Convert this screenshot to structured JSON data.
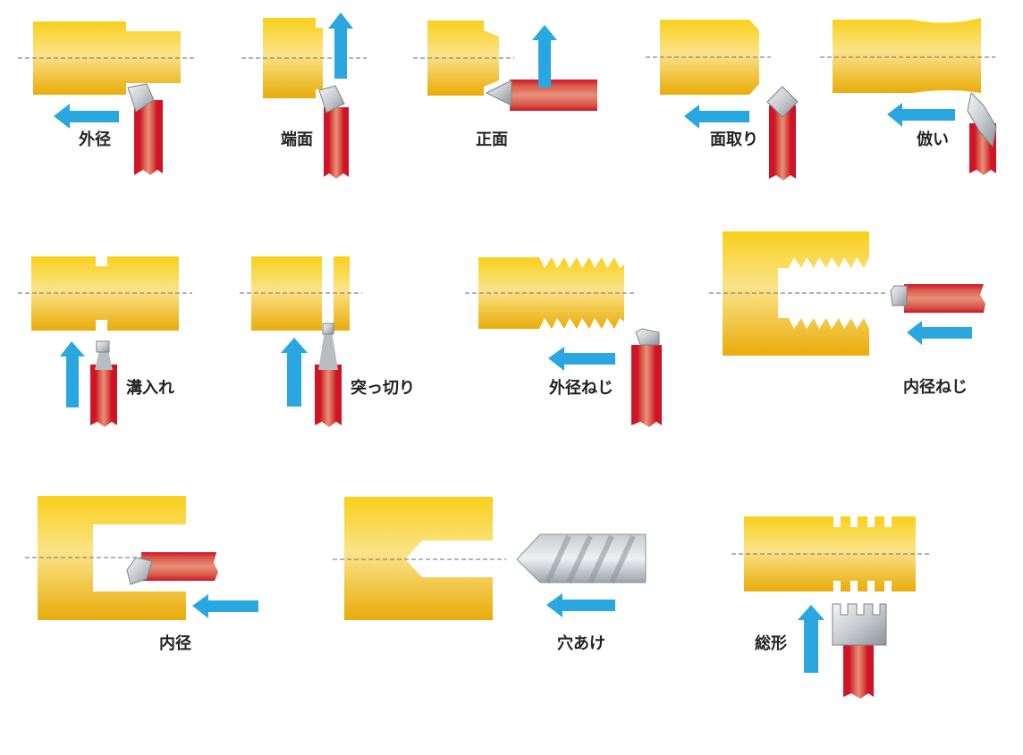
{
  "colors": {
    "workpiece_top": "#f9d01a",
    "workpiece_mid": "#fbe389",
    "workpiece_bottom": "#e9ac0a",
    "tool_dark": "#cf1428",
    "tool_mid": "#d95a4a",
    "tool_light": "#e8907a",
    "insert_light": "#eef0f2",
    "insert_dark": "#9aa0a6",
    "arrow": "#2aa6e0",
    "centerline": "#888888",
    "label": "#222222"
  },
  "operations": [
    {
      "key": "outer_diameter",
      "label": "外径"
    },
    {
      "key": "facing",
      "label": "端面"
    },
    {
      "key": "center_face",
      "label": "正面"
    },
    {
      "key": "chamfering",
      "label": "面取り"
    },
    {
      "key": "copying",
      "label": "倣い"
    },
    {
      "key": "grooving",
      "label": "溝入れ"
    },
    {
      "key": "parting_off",
      "label": "突っ切り"
    },
    {
      "key": "outer_threading",
      "label": "外径ねじ"
    },
    {
      "key": "inner_threading",
      "label": "内径ねじ"
    },
    {
      "key": "inner_diameter",
      "label": "内径"
    },
    {
      "key": "drilling",
      "label": "穴あけ"
    },
    {
      "key": "form_turning",
      "label": "総形"
    }
  ]
}
